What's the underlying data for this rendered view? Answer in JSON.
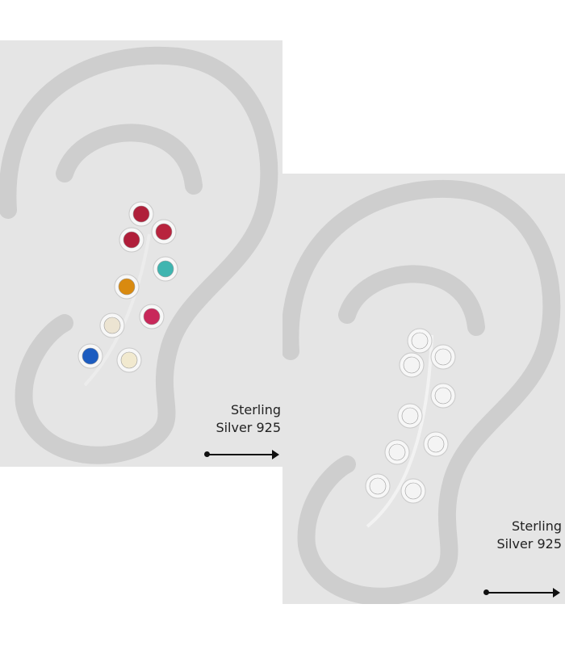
{
  "left_panel": {
    "label_line1": "Sterling",
    "label_line2": "Silver 925",
    "stone_colors": [
      "#b0203a",
      "#b01e3a",
      "#b8243e",
      "#3fb5b0",
      "#d98a10",
      "#c8285a",
      "#ece4d2",
      "#1c5cc0",
      "#f1e9cf"
    ]
  },
  "right_panel": {
    "label_line1": "Sterling",
    "label_line2": "Silver 925",
    "stone_colors": [
      "#f4f4f4",
      "#f4f4f4",
      "#f4f4f4",
      "#f4f4f4",
      "#f4f4f4",
      "#f4f4f4",
      "#f4f4f4",
      "#f4f4f4",
      "#f4f4f4"
    ]
  },
  "colors": {
    "panel": "#e5e5e5",
    "ear_outline": "#cecece",
    "metal": "#f7f7f7"
  }
}
